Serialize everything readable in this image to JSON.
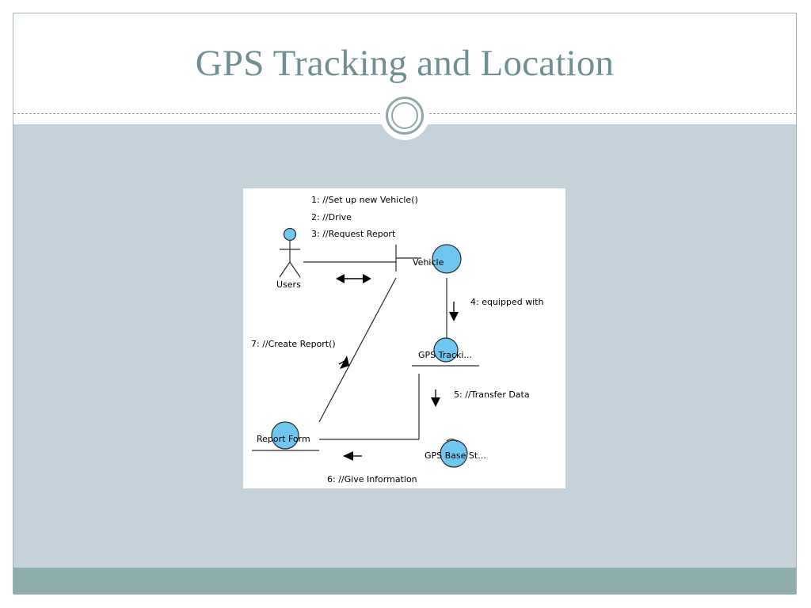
{
  "slide": {
    "title": "GPS Tracking and Location"
  },
  "diagram": {
    "messages_top": [
      "1: //Set up new Vehicle()",
      "2: //Drive",
      "3: //Request Report"
    ],
    "actor_label": "Users",
    "vehicle_label": "Vehicle",
    "msg_equipped": "4: equipped with",
    "gps_tracking_label": "GPS Tracki...",
    "msg_transfer": "5: //Transfer Data",
    "gps_base_label": "GPS Base St...",
    "msg_give": "6: //Give Information",
    "report_form_label": "Report Form",
    "msg_create": "7: //Create Report()",
    "colors": {
      "object_fill": "#6fc6ee",
      "object_stroke": "#2a2a2a"
    }
  },
  "colors": {
    "title": "#6f8f92",
    "content_bg": "#c6d2d9",
    "footer": "#8fadad"
  }
}
